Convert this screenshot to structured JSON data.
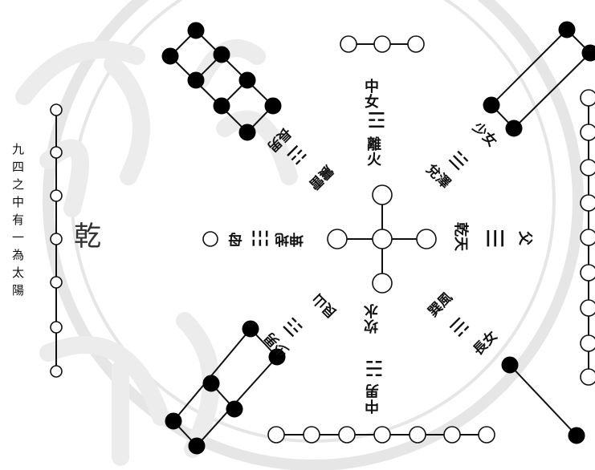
{
  "side_text": "九四之中有一為太陽",
  "qian_label": "乾",
  "labels": {
    "top": {
      "role": "中女",
      "name": "離火",
      "symbol": "☲"
    },
    "right": {
      "role": "父",
      "name": "乾天",
      "symbol": "☰"
    },
    "left": {
      "role": "母",
      "name": "坤地",
      "symbol": "☷"
    },
    "bottom": {
      "role": "中男",
      "name": "坎水",
      "symbol": "☵"
    },
    "ne": {
      "role": "少女",
      "name": "兌澤",
      "symbol": "☱"
    },
    "nw": {
      "role": "長男",
      "name": "震雷",
      "symbol": "☳"
    },
    "se": {
      "role": "長女",
      "name": "巽風",
      "symbol": "☴"
    },
    "sw": {
      "role": "少男",
      "name": "艮山",
      "symbol": "☶"
    }
  },
  "colors": {
    "ink": "#111111",
    "seal": "#e3e3e3"
  }
}
